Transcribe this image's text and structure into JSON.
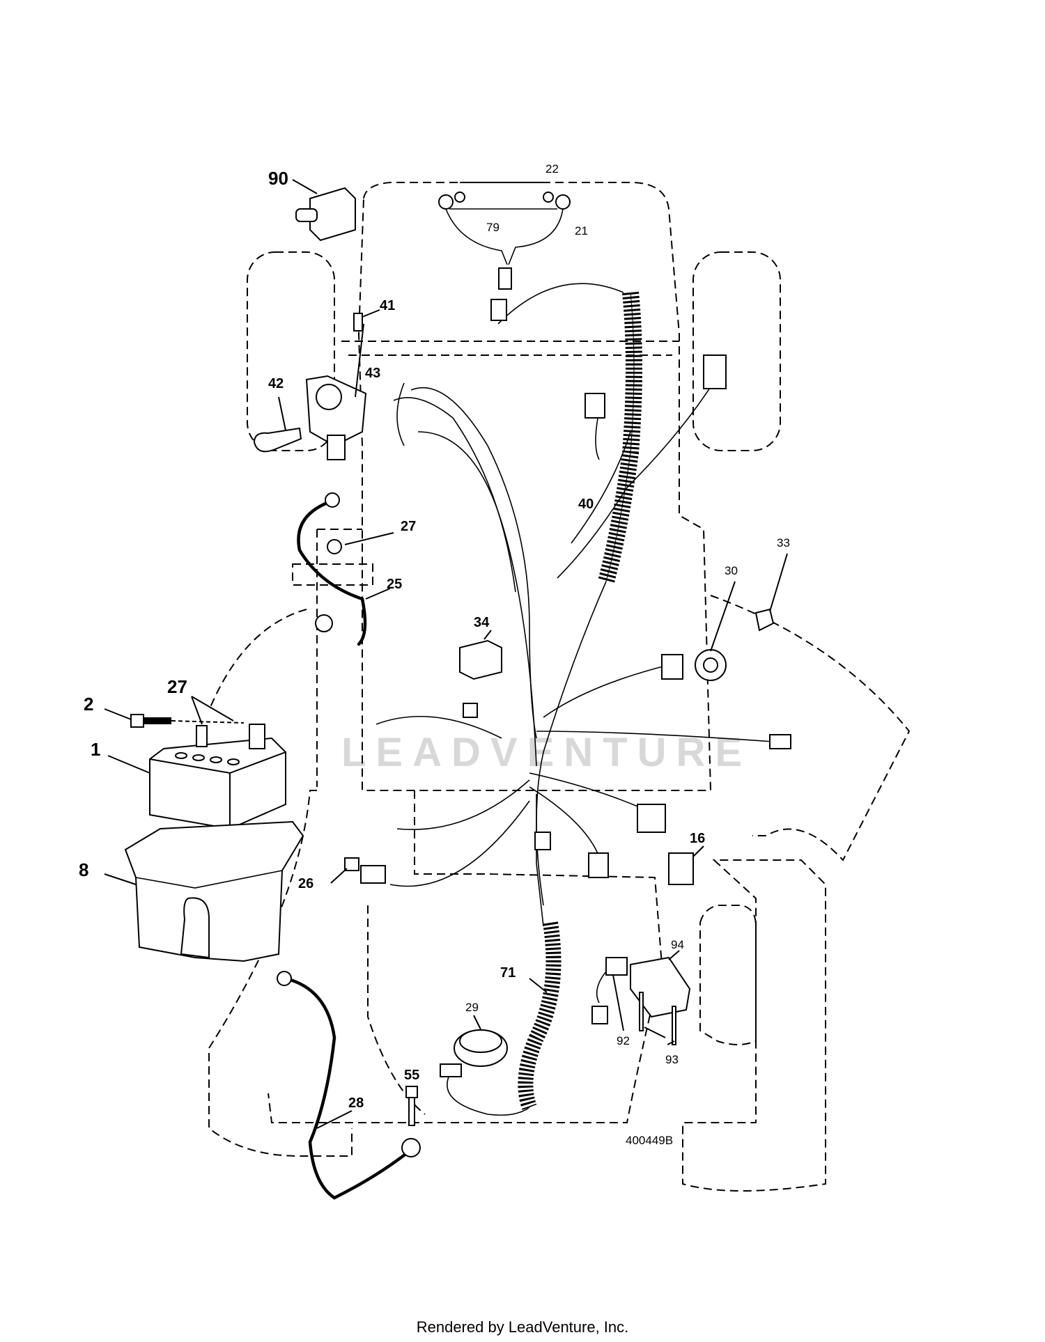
{
  "diagram": {
    "watermark": "LEADVENTURE",
    "drawing_number": "400449B",
    "callouts": [
      "90",
      "22",
      "79",
      "21",
      "41",
      "42",
      "43",
      "40",
      "27",
      "25",
      "33",
      "30",
      "34",
      "2",
      "27",
      "1",
      "8",
      "16",
      "26",
      "94",
      "71",
      "29",
      "92",
      "93",
      "55",
      "28"
    ]
  },
  "footer": {
    "text": "Rendered by LeadVenture, Inc."
  }
}
